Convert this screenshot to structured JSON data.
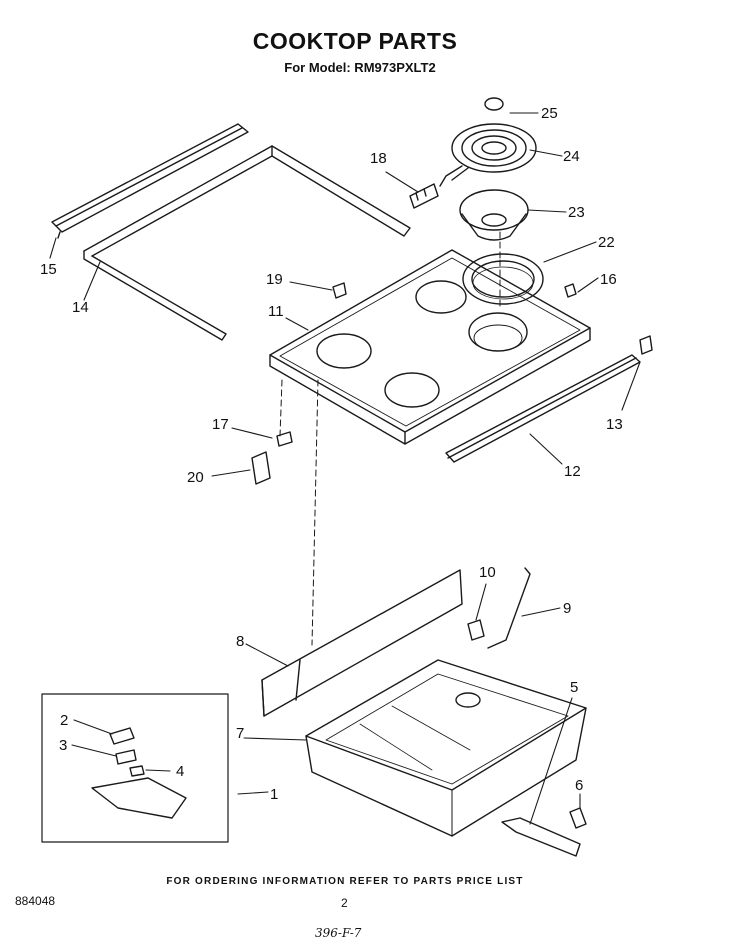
{
  "title": "COOKTOP PARTS",
  "subtitle": "For Model: RM973PXLT2",
  "footer_note": "FOR ORDERING INFORMATION REFER TO PARTS PRICE LIST",
  "doc_number": "884048",
  "page_number": "2",
  "handwritten_note": "396-F-7",
  "callouts": {
    "c1": "1",
    "c2": "2",
    "c3": "3",
    "c4": "4",
    "c5": "5",
    "c6": "6",
    "c7": "7",
    "c8": "8",
    "c9": "9",
    "c10": "10",
    "c11": "11",
    "c12": "12",
    "c13": "13",
    "c14": "14",
    "c15": "15",
    "c16": "16",
    "c17": "17",
    "c18": "18",
    "c19": "19",
    "c20": "20",
    "c22": "22",
    "c23": "23",
    "c24": "24",
    "c25": "25"
  }
}
